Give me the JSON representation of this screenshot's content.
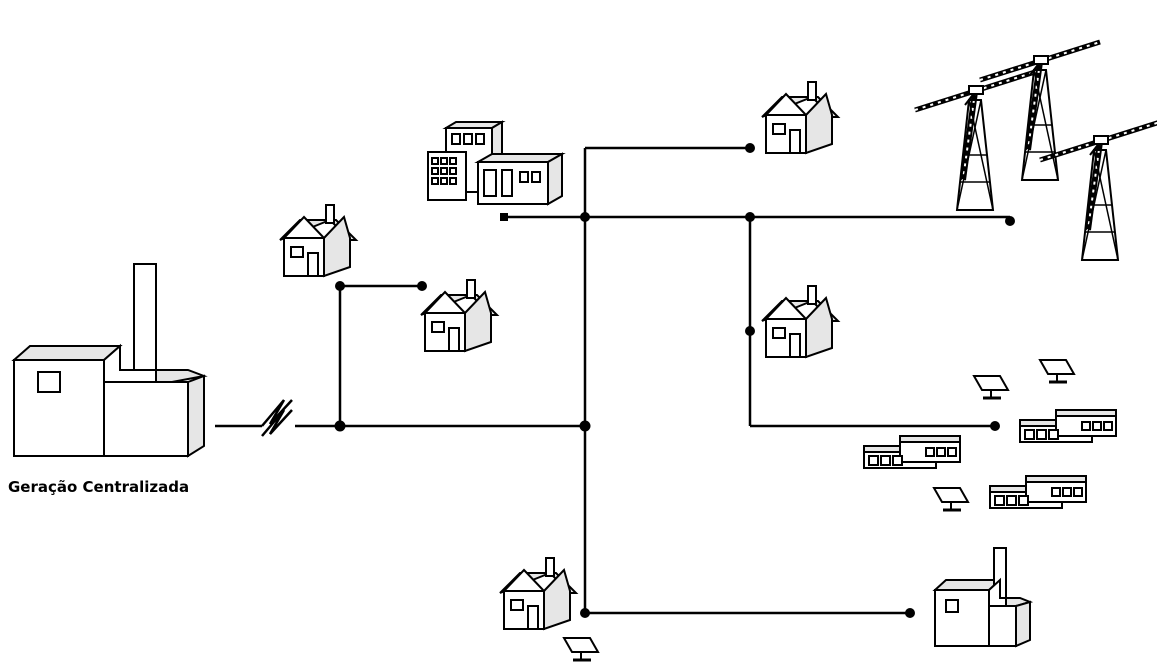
{
  "diagram": {
    "caption": "Geração Centralizada",
    "colors": {
      "line": "#000000",
      "fill": "#ffffff",
      "shade": "#e6e6e6"
    },
    "nodes": [
      {
        "id": "central-plant",
        "icon": "power-plant-icon"
      },
      {
        "id": "house-left-top",
        "icon": "house-icon"
      },
      {
        "id": "house-left-branch",
        "icon": "house-icon"
      },
      {
        "id": "office-buildings",
        "icon": "buildings-icon"
      },
      {
        "id": "house-top-right",
        "icon": "house-icon"
      },
      {
        "id": "wind-farm",
        "icon": "wind-turbine-icon"
      },
      {
        "id": "house-right-middle",
        "icon": "house-icon"
      },
      {
        "id": "solar-neighborhood",
        "icon": "solar-panel-icon"
      },
      {
        "id": "house-bottom",
        "icon": "house-icon"
      },
      {
        "id": "small-plant",
        "icon": "power-plant-icon"
      }
    ]
  }
}
